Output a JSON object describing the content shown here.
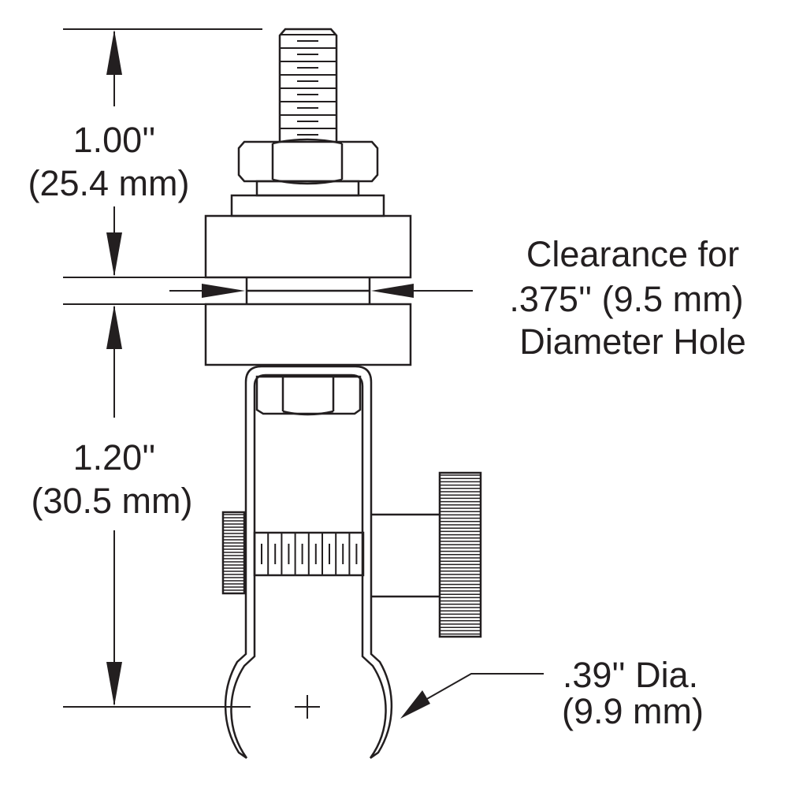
{
  "dimensions": {
    "top_height_in": "1.00''",
    "top_height_mm": "(25.4 mm)",
    "bottom_height_in": "1.20''",
    "bottom_height_mm": "(30.5 mm)"
  },
  "clearance": {
    "line1": "Clearance for",
    "line2": ".375'' (9.5 mm)",
    "line3": "Diameter Hole"
  },
  "clip_diameter": {
    "line1": ".39'' Dia.",
    "line2": "(9.9 mm)"
  },
  "colors": {
    "ink": "#231f20",
    "background": "#ffffff"
  }
}
